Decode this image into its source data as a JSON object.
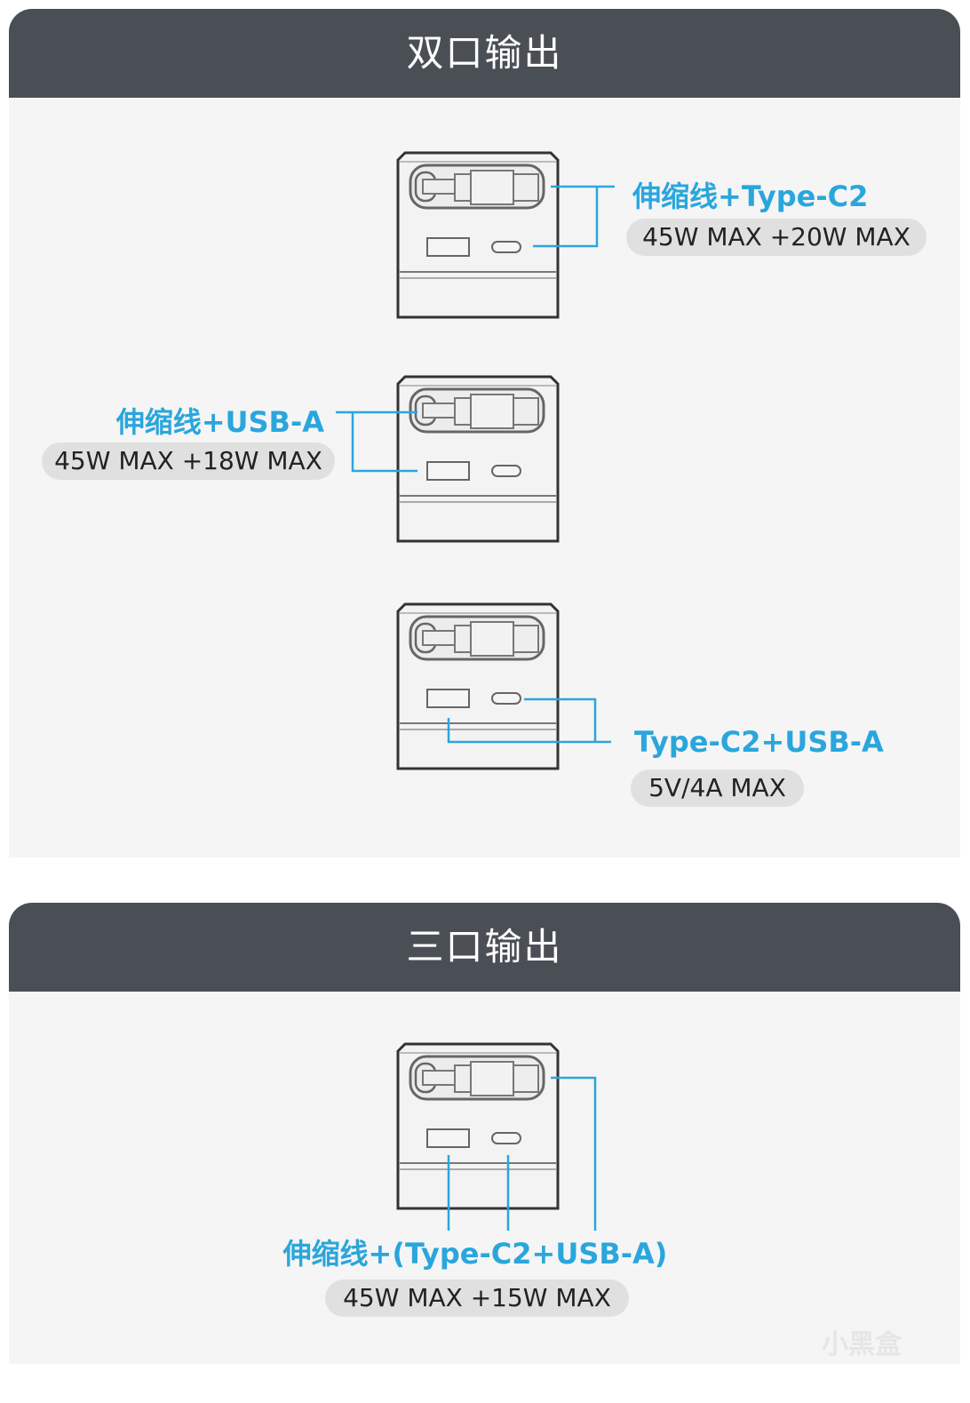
{
  "sections": [
    {
      "title": "双口输出",
      "configs": [
        {
          "label": "伸缩线+Type-C2",
          "power": "45W MAX +20W MAX"
        },
        {
          "label": "伸缩线+USB-A",
          "power": "45W MAX +18W MAX"
        },
        {
          "label": "Type-C2+USB-A",
          "power": "5V/4A MAX"
        }
      ]
    },
    {
      "title": "三口输出",
      "configs": [
        {
          "label": "伸缩线+(Type-C2+USB-A)",
          "power": "45W MAX +15W MAX"
        }
      ]
    }
  ],
  "watermark": "小黑盒",
  "colors": {
    "header": "#4a4e55",
    "accent": "#2aa6dc",
    "panel": "#f5f5f5",
    "pill": "#e0e0e0"
  }
}
